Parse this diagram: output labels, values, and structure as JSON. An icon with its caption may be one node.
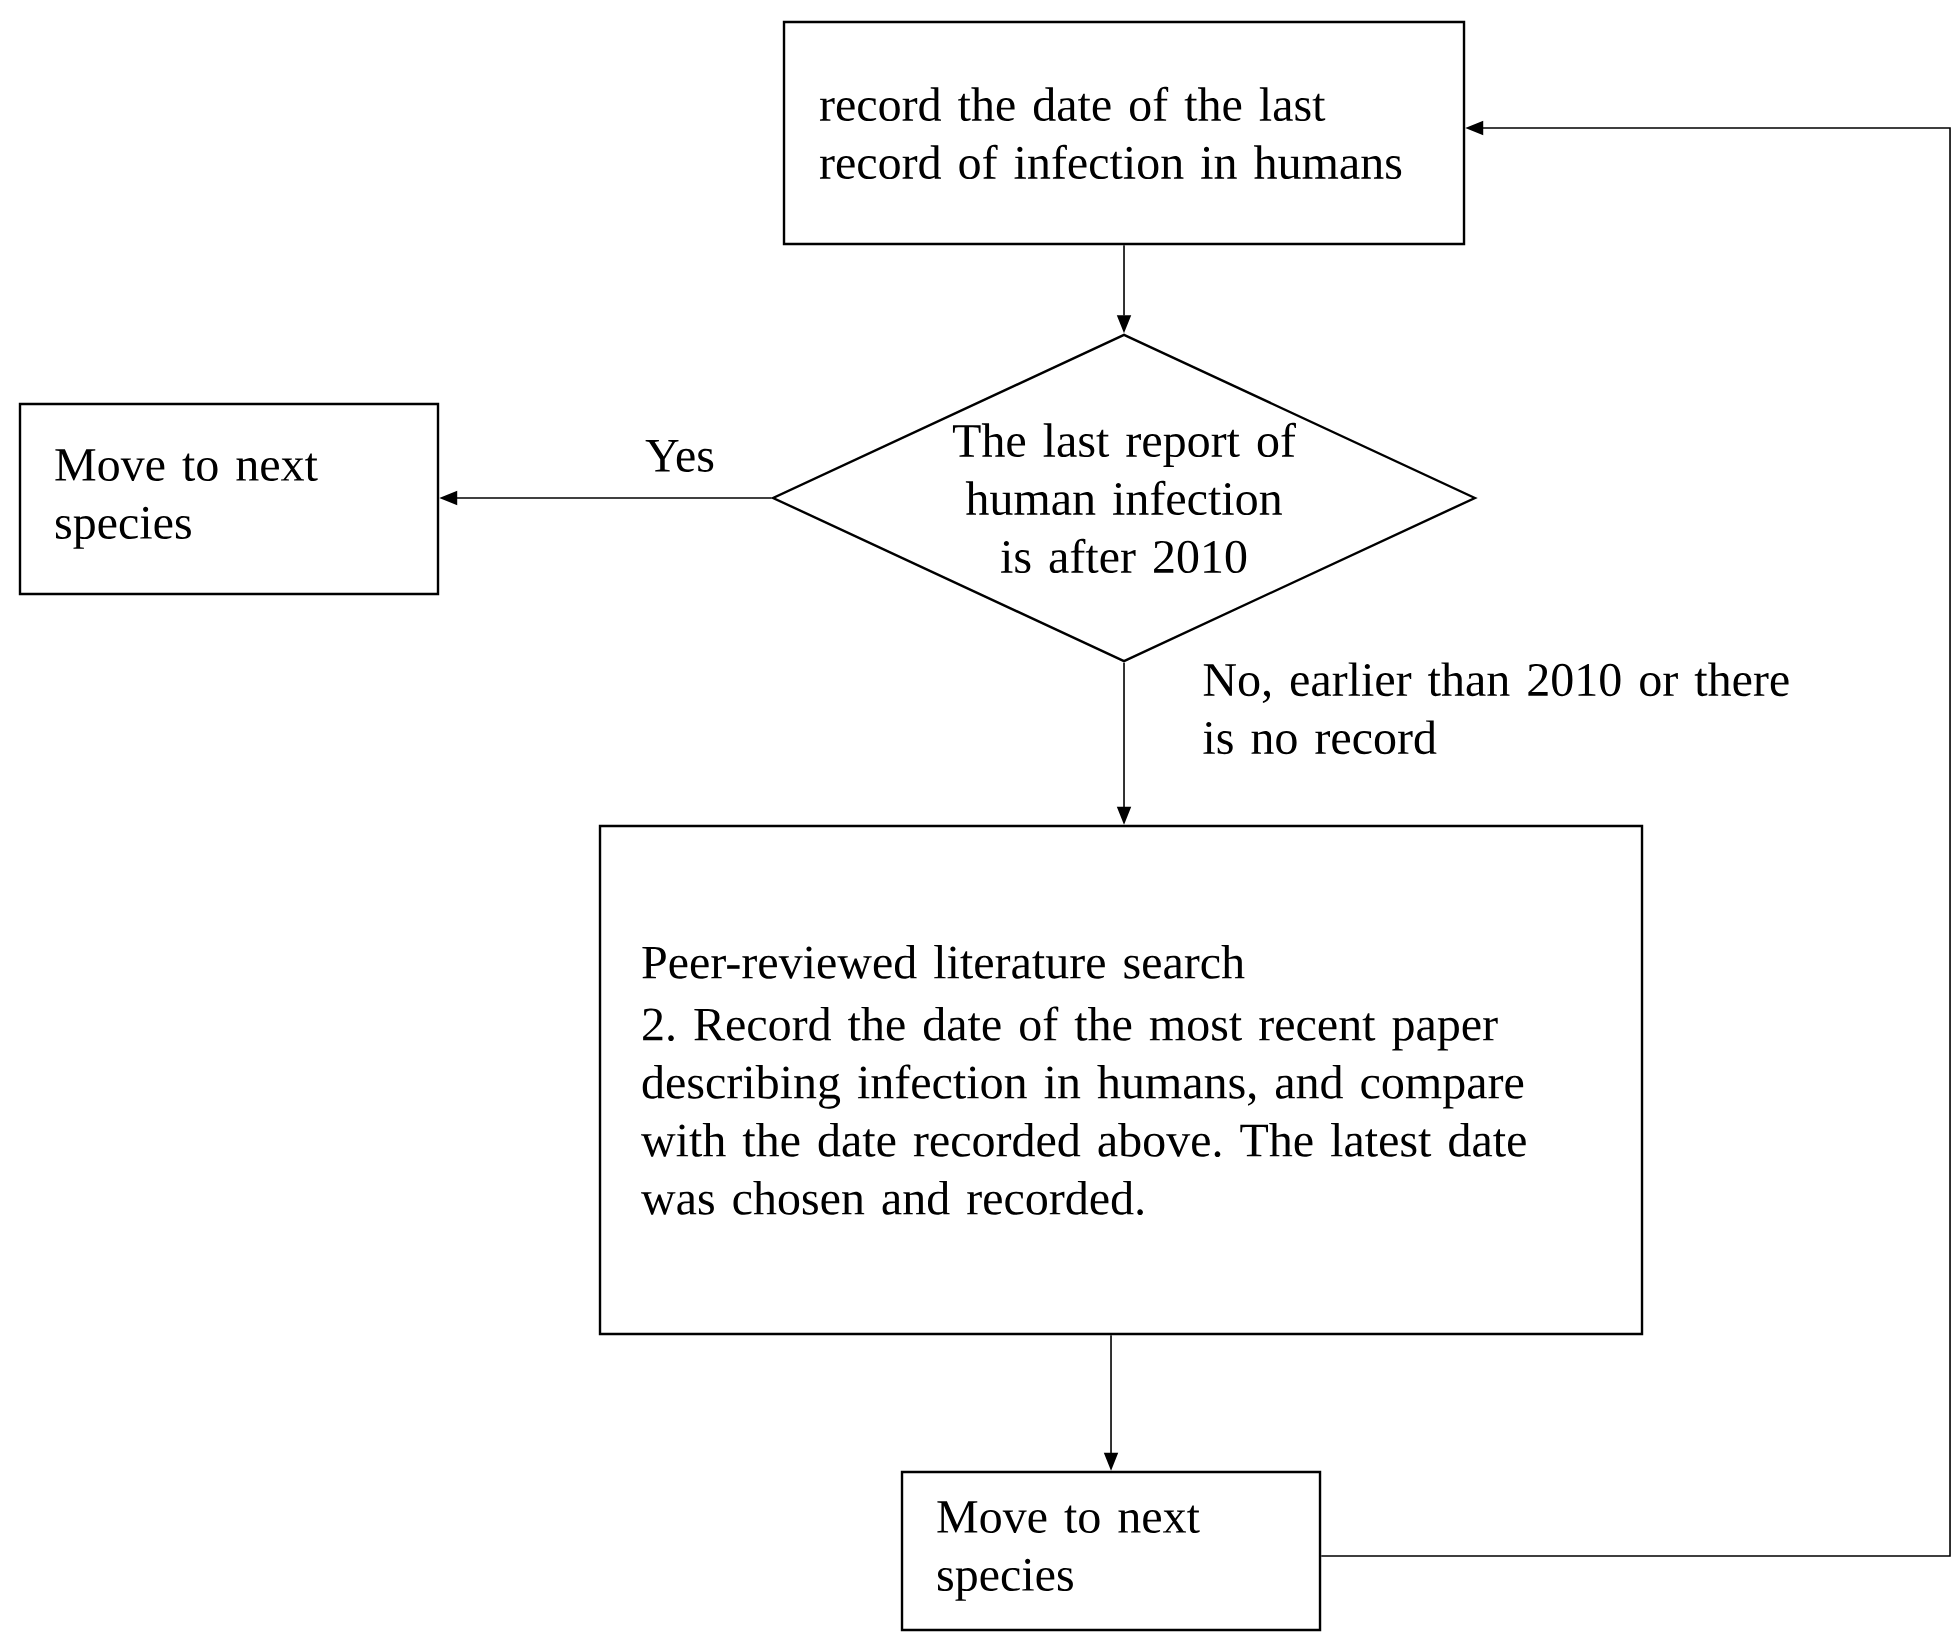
{
  "diagram": {
    "nodes": [
      {
        "text": [
          "record the date of the last record of infection in humans"
        ]
      },
      {
        "text": [
          "The last report of human infection is after 2010"
        ]
      },
      {
        "text": [
          "Move to next species"
        ]
      },
      {
        "text": [
          "Peer-reviewed literature search",
          "2. Record the date of the most recent paper describing infection in humans, and compare with the date recorded above. The latest date was chosen and recorded."
        ]
      },
      {
        "text": [
          "Move to next species"
        ]
      }
    ],
    "edges": [
      {
        "from": 0,
        "to": 1,
        "arrow": "to"
      },
      {
        "from": 1,
        "to": 2,
        "arrow": "to",
        "label": "Yes"
      },
      {
        "from": 1,
        "to": 3,
        "arrow": "to",
        "label": "No, earlier than 2010 or there is no record"
      },
      {
        "from": 3,
        "to": 4,
        "arrow": "to"
      },
      {
        "from": 4,
        "to": 0,
        "arrow": "to"
      }
    ]
  }
}
